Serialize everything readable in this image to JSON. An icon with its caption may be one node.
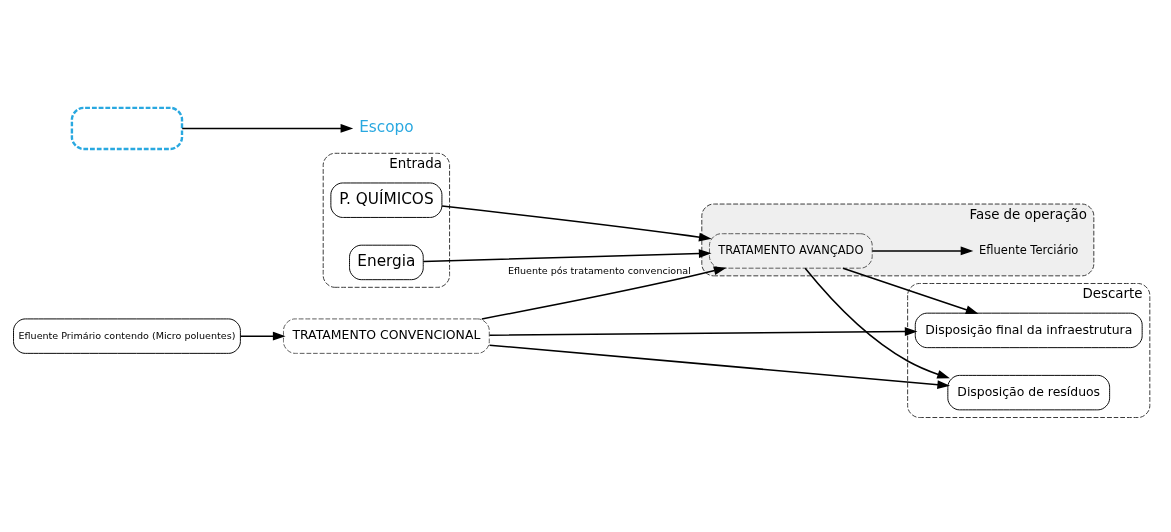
{
  "diagram": {
    "nodes": [
      {
        "text": [
          "Efluente Primário contendo (Micro poluentes)"
        ]
      },
      {
        "text": [
          "TRATAMENTO CONVENCIONAL"
        ]
      },
      {
        "text": [
          "Entrada"
        ]
      },
      {
        "text": [
          "Fase de operação"
        ]
      },
      {
        "text": [
          "Descarte"
        ]
      },
      {
        "text": [],
        "shape": "box"
      },
      {
        "text": [
          "Energia"
        ],
        "in": 2
      },
      {
        "text": [
          "P. QUÍMICOS"
        ],
        "in": 2
      },
      {
        "text": [
          "TRATAMENTO AVANÇADO"
        ],
        "in": 3
      },
      {
        "text": [
          "Efluente Terciário"
        ],
        "in": 3
      },
      {
        "text": [
          "Disposição de resíduos"
        ],
        "in": 4
      },
      {
        "text": [
          "Disposição final da infraestrutura"
        ],
        "in": 4
      },
      {
        "text": [
          "Escopo"
        ]
      }
    ],
    "edges": [
      {
        "from": 0,
        "to": 1,
        "arrow": "to"
      },
      {
        "from": 1,
        "to": 8,
        "arrow": "to",
        "label": "Efluente pós tratamento convencional"
      },
      {
        "from": 6,
        "to": 8,
        "arrow": "to"
      },
      {
        "from": 7,
        "to": 8,
        "arrow": "to"
      },
      {
        "from": 8,
        "to": 9,
        "arrow": "to"
      },
      {
        "from": 1,
        "to": 10,
        "arrow": "to"
      },
      {
        "from": 1,
        "to": 11,
        "arrow": "to"
      },
      {
        "from": 8,
        "to": 10,
        "arrow": "to"
      },
      {
        "from": 8,
        "to": 11,
        "arrow": "to"
      },
      {
        "from": 5,
        "to": 12,
        "arrow": "to"
      }
    ]
  }
}
